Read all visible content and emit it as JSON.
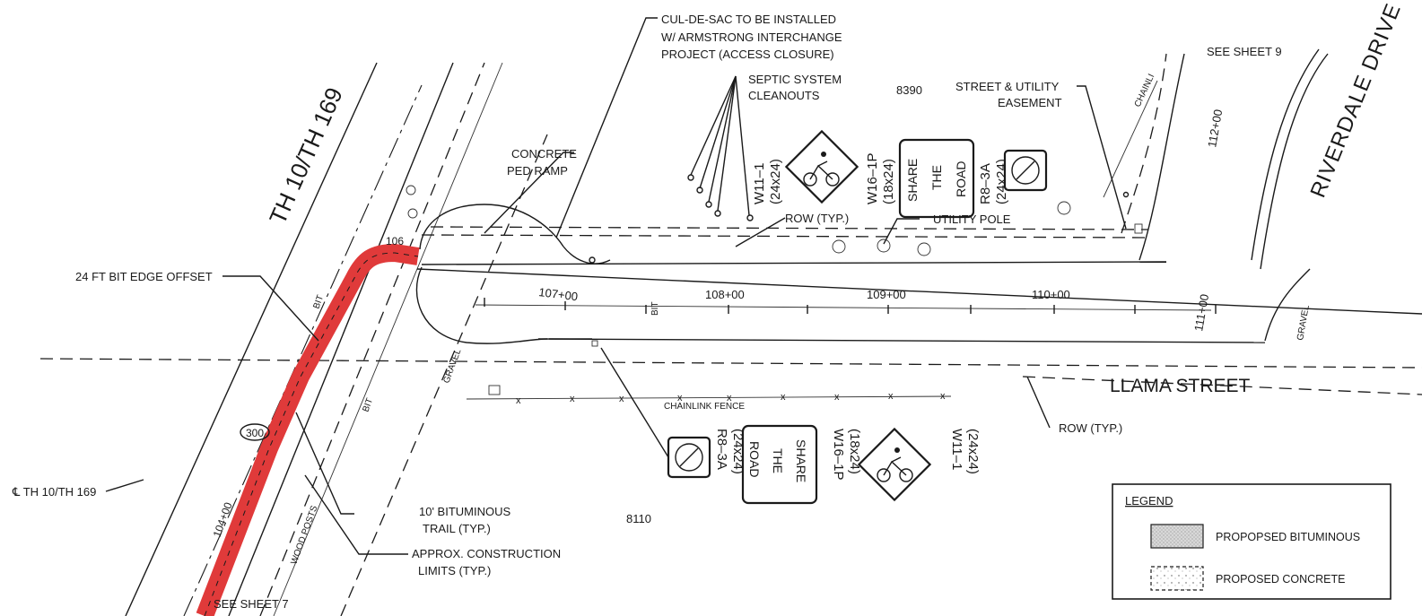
{
  "labels": {
    "highway": "TH 10/TH 169",
    "riverdale": "RIVERDALE DRIVE",
    "llama": "LLAMA STREET",
    "see_sheet_9": "SEE SHEET 9",
    "see_sheet_7": "SEE SHEET 7",
    "centerline": "℄ TH 10/TH 169",
    "cul_de_sac_1": "CUL-DE-SAC TO BE INSTALLED",
    "cul_de_sac_2": "W/ ARMSTRONG INTERCHANGE",
    "cul_de_sac_3": "PROJECT (ACCESS CLOSURE)",
    "septic_1": "SEPTIC SYSTEM",
    "septic_2": "CLEANOUTS",
    "addr_8390": "8390",
    "addr_8110": "8110",
    "street_util_1": "STREET & UTILITY",
    "street_util_2": "EASEMENT",
    "ped_ramp_1": "CONCRETE",
    "ped_ramp_2": "PED RAMP",
    "bit_edge": "24 FT BIT EDGE OFFSET",
    "row_typ_1": "ROW (TYP.)",
    "row_typ_2": "ROW (TYP.)",
    "utility_pole": "UTILITY POLE",
    "trail_1": "10' BITUMINOUS",
    "trail_2": "TRAIL (TYP.)",
    "limits_1": "APPROX. CONSTRUCTION",
    "limits_2": "LIMITS (TYP.)",
    "chainlink_fence": "CHAINLINK FENCE",
    "chainli": "CHAINLI",
    "wood_posts": "WOOD POSTS",
    "gravel_1": "GRAVEL",
    "gravel_2": "GRAVEL",
    "bit_1": "BIT",
    "bit_2": "BIT",
    "bit_3": "BIT",
    "station_106": "106",
    "station_300": "300"
  },
  "stations": [
    "107+00",
    "108+00",
    "109+00",
    "110+00",
    "111+00",
    "112+00",
    "104+00"
  ],
  "signs_north": {
    "w11": [
      "W11–1",
      "(24x24)"
    ],
    "w16": [
      "W16–1P",
      "(18x24)"
    ],
    "share": [
      "SHARE",
      "THE",
      "ROAD"
    ],
    "r8": [
      "R8–3A",
      "(24x24)"
    ]
  },
  "signs_south": {
    "r8": [
      "R8–3A",
      "(24x24)"
    ],
    "share": [
      "SHARE",
      "THE",
      "ROAD"
    ],
    "w16": [
      "W16–1P",
      "(18x24)"
    ],
    "w11": [
      "W11–1",
      "(24x24)"
    ]
  },
  "legend": {
    "title": "LEGEND",
    "items": [
      {
        "label": "PROPOPSED BITUMINOUS",
        "icon": "bituminous-swatch"
      },
      {
        "label": "PROPOSED CONCRETE",
        "icon": "concrete-swatch"
      }
    ]
  },
  "colors": {
    "trail": "#e03a3a",
    "ink": "#1a1a1a"
  }
}
